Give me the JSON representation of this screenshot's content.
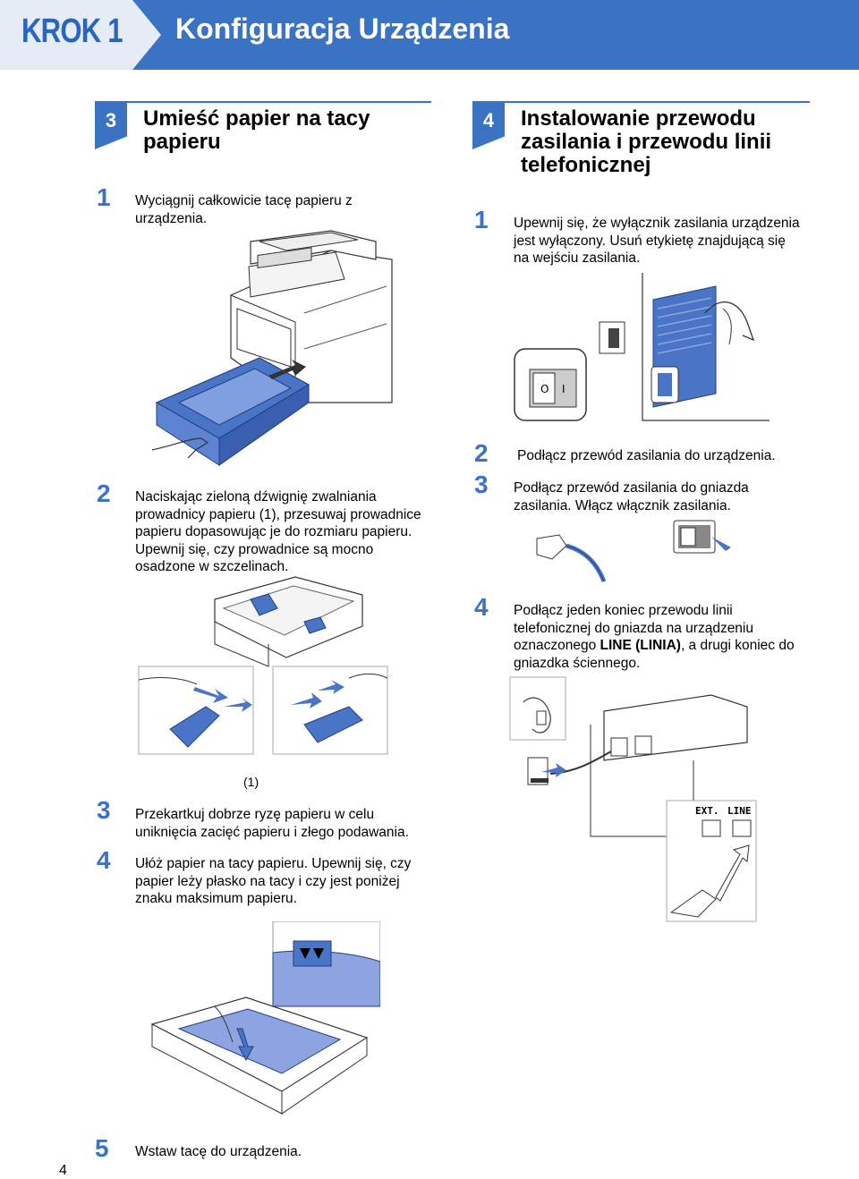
{
  "header": {
    "badge": "KROK 1",
    "title": "Konfiguracja Urządzenia"
  },
  "left": {
    "section_number": "3",
    "section_title_line1": "Umieść papier na tacy",
    "section_title_line2": "papieru",
    "steps": [
      {
        "num": "1",
        "lines": [
          "Wyciągnij całkowicie tacę papieru z",
          "urządzenia."
        ]
      },
      {
        "num": "2",
        "lines": [
          "Naciskając zieloną dźwignię zwalniania",
          "prowadnicy papieru (1), przesuwaj prowadnice",
          "papieru dopasowując je do rozmiaru papieru.",
          "Upewnij się, czy prowadnice są mocno",
          "osadzone w szczelinach."
        ]
      },
      {
        "num": "3",
        "lines": [
          "Przekartkuj dobrze ryzę papieru w celu",
          "uniknięcia zacięć papieru i złego podawania."
        ]
      },
      {
        "num": "4",
        "lines": [
          "Ułóż papier na tacy papieru. Upewnij się, czy",
          "papier leży płasko na tacy i czy jest poniżej",
          "znaku maksimum papieru."
        ]
      },
      {
        "num": "5",
        "lines": [
          "Wstaw tacę do urządzenia."
        ]
      }
    ],
    "callout": "(1)"
  },
  "right": {
    "section_number": "4",
    "section_title_line1": "Instalowanie przewodu",
    "section_title_line2": "zasilania i przewodu linii",
    "section_title_line3": "telefonicznej",
    "steps": [
      {
        "num": "1",
        "lines": [
          "Upewnij się, że wyłącznik zasilania urządzenia",
          "jest wyłączony. Usuń etykietę znajdującą się",
          "na wejściu zasilania."
        ]
      },
      {
        "num": "2",
        "lines": [
          "Podłącz przewód zasilania do urządzenia."
        ]
      },
      {
        "num": "3",
        "lines": [
          "Podłącz przewód zasilania do gniazda",
          "zasilania. Włącz włącznik zasilania."
        ]
      },
      {
        "num": "4",
        "line1": "Podłącz jeden koniec przewodu linii",
        "line2": "telefonicznej do gniazda na urządzeniu",
        "line3_pre": "oznaczonego ",
        "line3_bold": "LINE (LINIA)",
        "line3_post": ", a drugi koniec do",
        "line4": "gniazdka ściennego."
      }
    ],
    "jack_ext": "EXT.",
    "jack_line": "LINE",
    "switch_on": "I",
    "switch_off": "O"
  },
  "page_number": "4",
  "colors": {
    "accent": "#3b73c4",
    "tray": "#4a74c6",
    "paper": "#8ea4e0"
  }
}
